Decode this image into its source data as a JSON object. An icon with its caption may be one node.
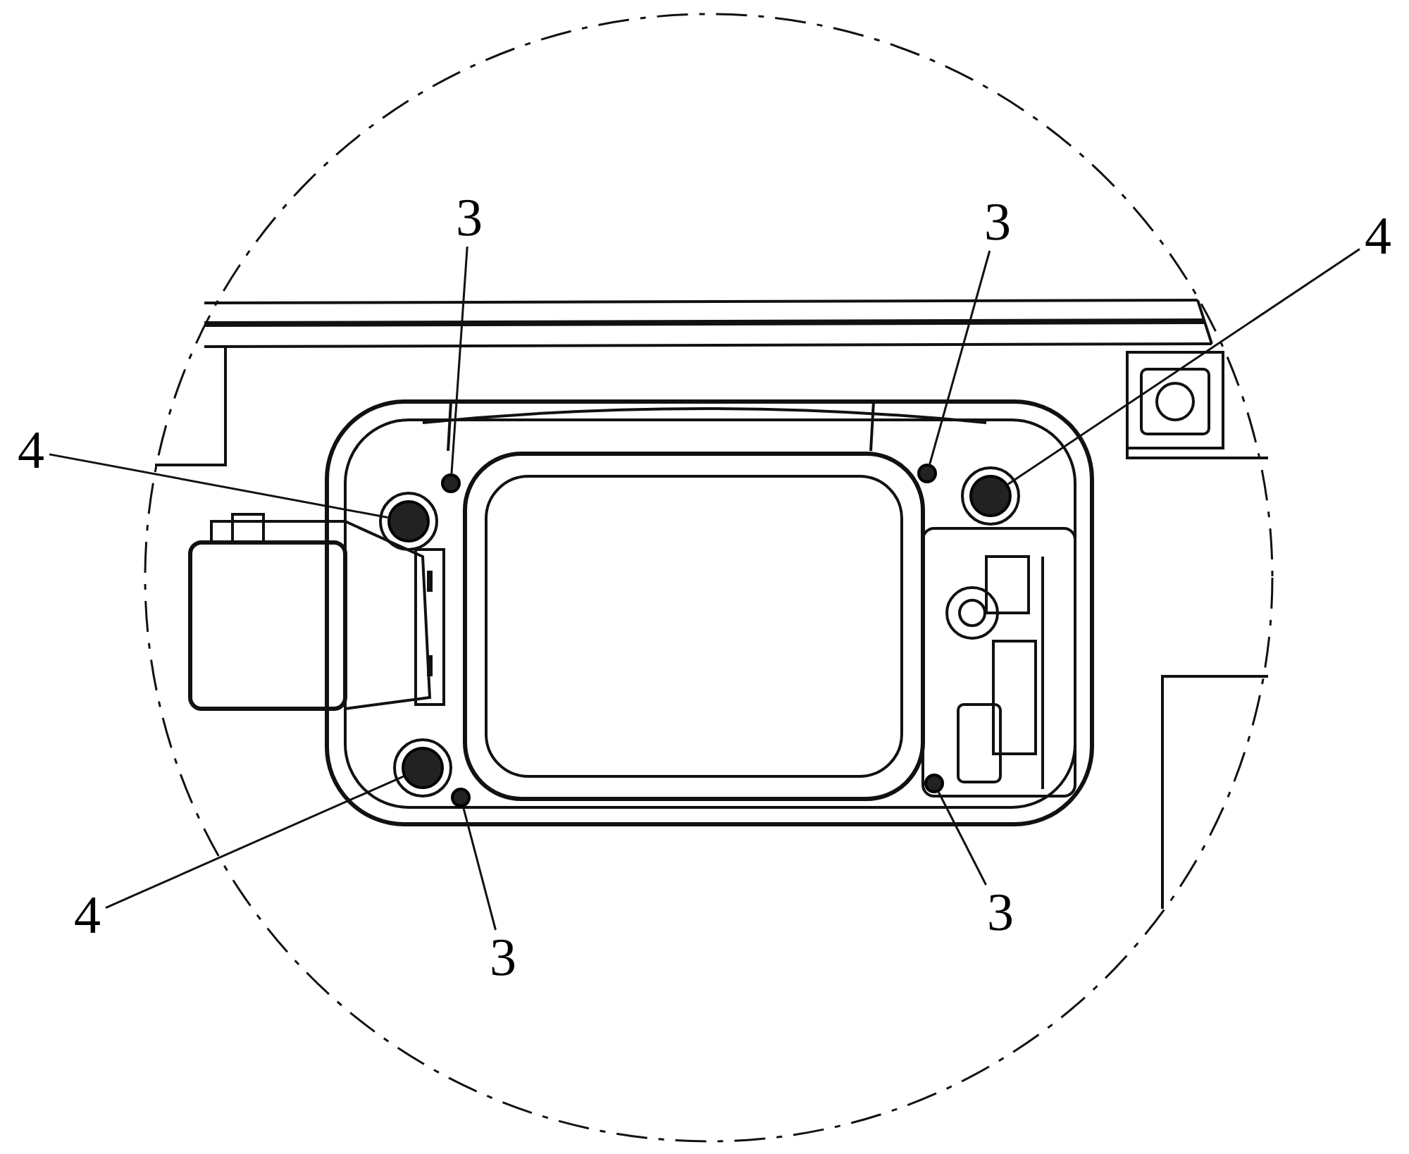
{
  "diagram": {
    "nodes": [
      {
        "text": [
          "3"
        ]
      },
      {
        "text": [
          "3"
        ]
      },
      {
        "text": [
          "4"
        ]
      },
      {
        "text": [
          "4"
        ]
      },
      {
        "text": [
          "4"
        ]
      },
      {
        "text": [
          "3"
        ]
      },
      {
        "text": [
          "3"
        ]
      },
      {
        "text": [],
        "shape": "circle"
      },
      {
        "text": [],
        "shape": "circle"
      },
      {
        "text": [],
        "shape": "circle"
      },
      {
        "text": [],
        "shape": "circle"
      },
      {
        "text": [],
        "shape": "circle"
      },
      {
        "text": [],
        "shape": "circle"
      },
      {
        "text": [],
        "shape": "circle"
      }
    ],
    "edges": [
      {
        "from": 0,
        "to": 7,
        "arrow": "none"
      },
      {
        "from": 1,
        "to": 8,
        "arrow": "none"
      },
      {
        "from": 2,
        "to": 9,
        "arrow": "none"
      },
      {
        "from": 3,
        "to": 10,
        "arrow": "none"
      },
      {
        "from": 4,
        "to": 11,
        "arrow": "none"
      },
      {
        "from": 5,
        "to": 12,
        "arrow": "none"
      },
      {
        "from": 6,
        "to": 13,
        "arrow": "none"
      }
    ]
  }
}
